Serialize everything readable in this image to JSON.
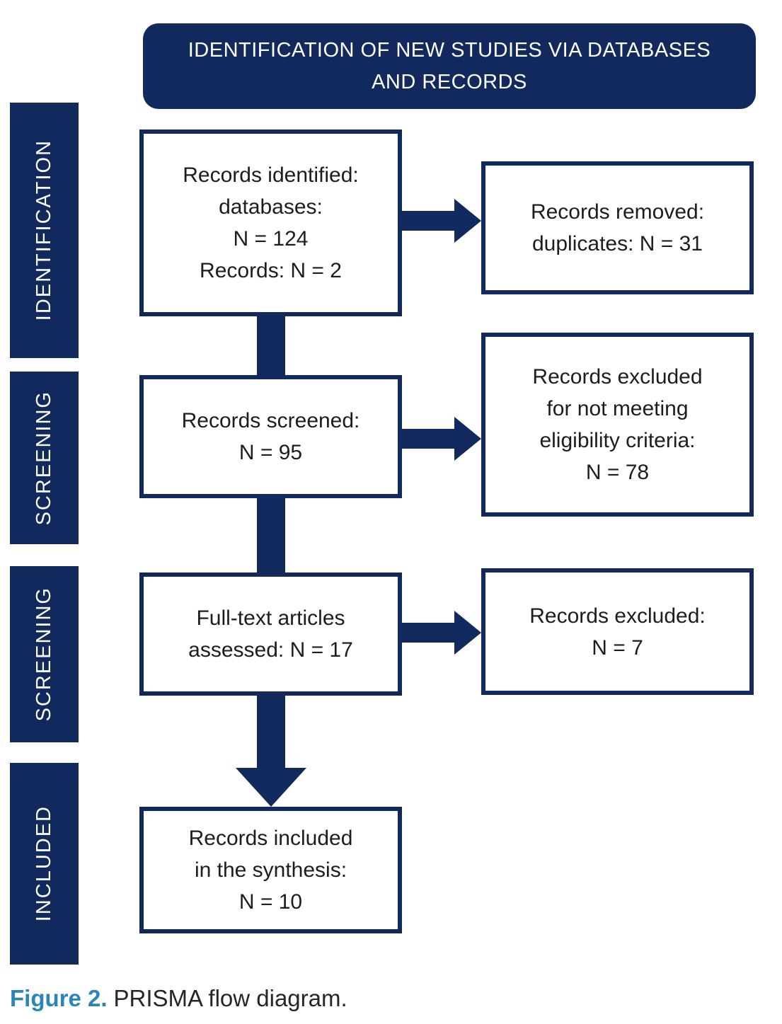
{
  "colors": {
    "navy": "#12295E",
    "caption_accent": "#2C85B8",
    "box_text": "#1D1D1D"
  },
  "header": {
    "title_line1": "IDENTIFICATION OF NEW STUDIES VIA DATABASES",
    "title_line2": "AND RECORDS"
  },
  "sidebar": {
    "stages": [
      {
        "label": "IDENTIFICATION"
      },
      {
        "label": "SCREENING"
      },
      {
        "label": "SCREENING"
      },
      {
        "label": "INCLUDED"
      }
    ]
  },
  "flow": {
    "boxes": [
      {
        "id": "records-identified",
        "lines": [
          "Records identified:",
          "databases:",
          "N = 124",
          "Records: N = 2"
        ]
      },
      {
        "id": "records-removed-duplicates",
        "lines": [
          "Records removed:",
          "duplicates: N = 31"
        ]
      },
      {
        "id": "records-screened",
        "lines": [
          "Records screened:",
          "N = 95"
        ]
      },
      {
        "id": "records-excluded-eligibility",
        "lines": [
          "Records excluded",
          "for not meeting",
          "eligibility criteria:",
          "N = 78"
        ]
      },
      {
        "id": "full-text-assessed",
        "lines": [
          "Full-text articles",
          "assessed: N = 17"
        ]
      },
      {
        "id": "records-excluded",
        "lines": [
          "Records excluded:",
          "N = 7"
        ]
      },
      {
        "id": "records-included-synthesis",
        "lines": [
          "Records included",
          "in the synthesis:",
          "N = 10"
        ]
      }
    ]
  },
  "caption": {
    "label": "Figure 2.",
    "text": "PRISMA flow diagram."
  }
}
